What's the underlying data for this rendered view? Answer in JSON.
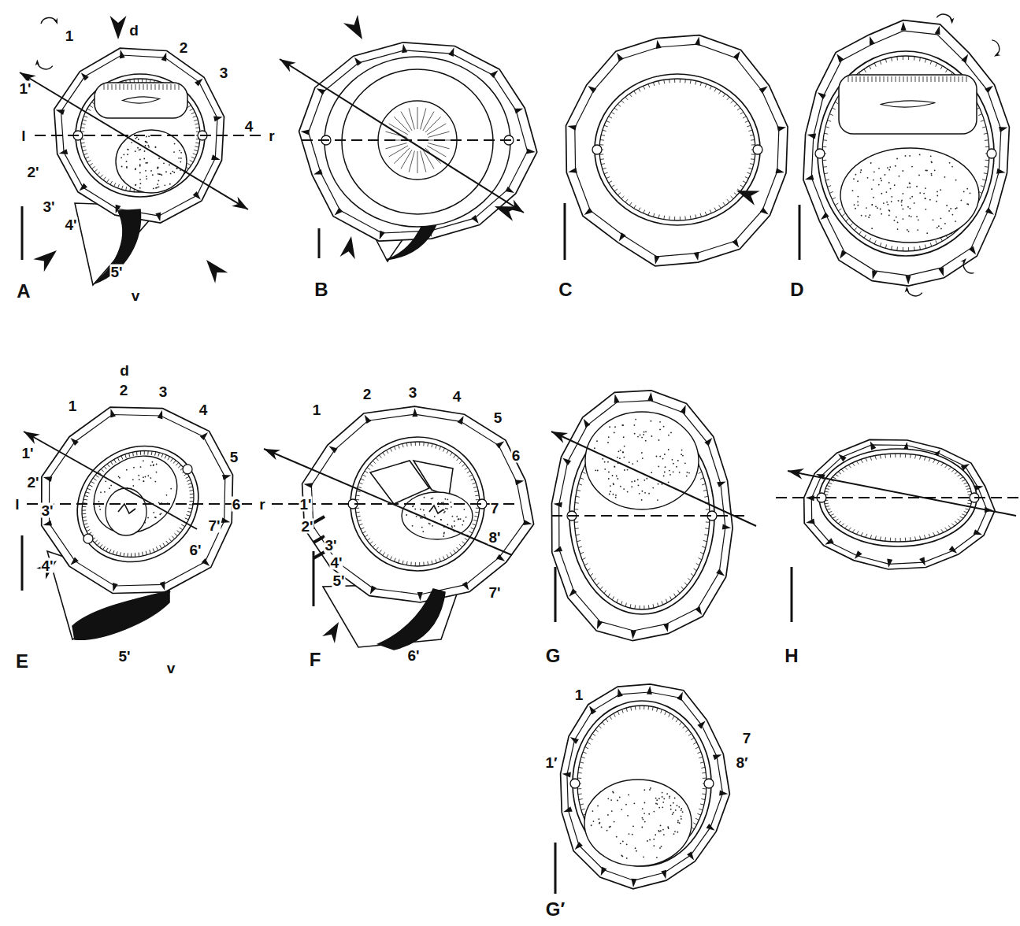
{
  "diagram": {
    "labels": [
      "d",
      "1",
      "2",
      "3",
      "1'",
      "4",
      "l",
      "r",
      "2'",
      "3'",
      "4'",
      "5'",
      "v",
      "A",
      "B",
      "C",
      "D",
      "d",
      "1",
      "2",
      "3",
      "4",
      "1'",
      "5",
      "2'",
      "l",
      "3'",
      "6",
      "r",
      "7'",
      "6'",
      "4'",
      "5'",
      "v",
      "E",
      "1",
      "2",
      "3",
      "4",
      "5",
      "6",
      "1'",
      "7",
      "2'",
      "8'",
      "3'",
      "4'",
      "5'",
      "7'",
      "6'",
      "F",
      "G",
      "H",
      "1",
      "7",
      "1′",
      "8′",
      "G′"
    ]
  }
}
